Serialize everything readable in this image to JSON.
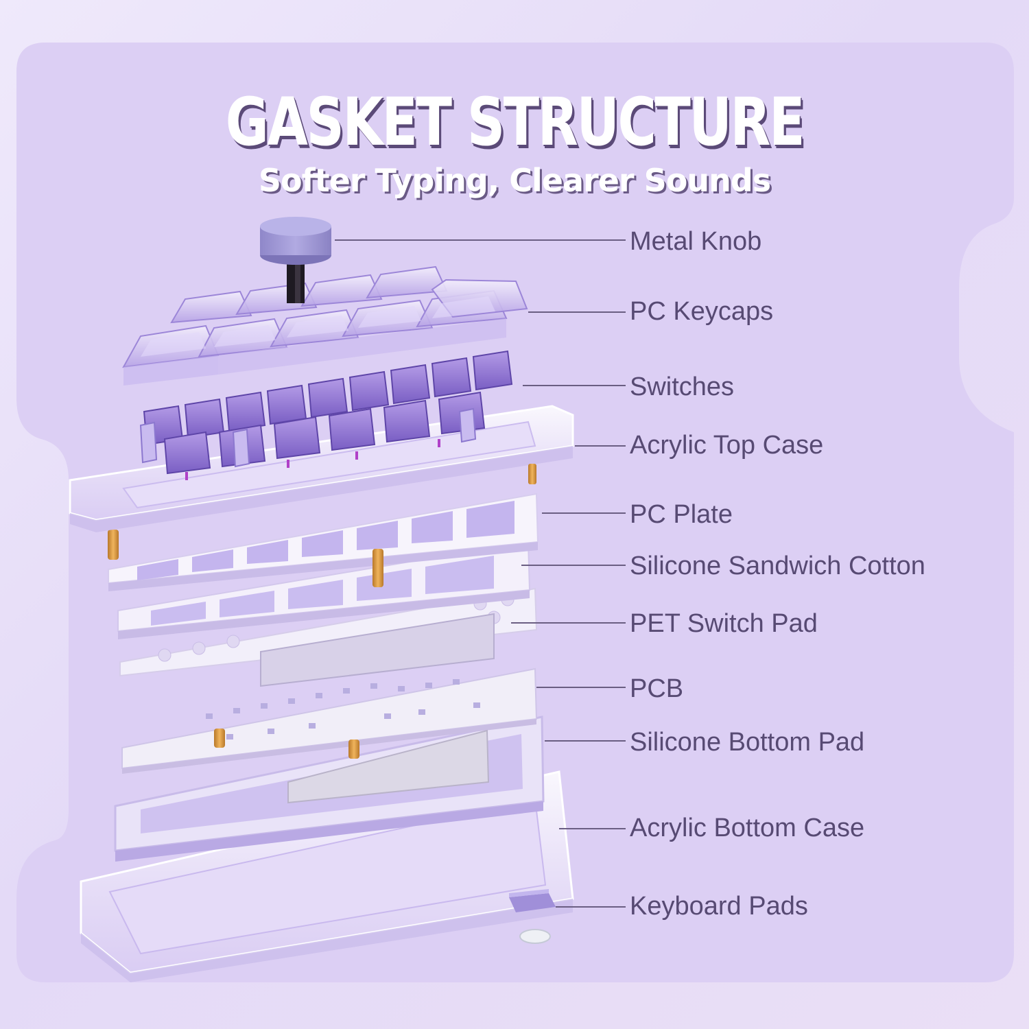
{
  "header": {
    "title": "GASKET STRUCTURE",
    "subtitle": "Softer Typing, Clearer Sounds"
  },
  "colors": {
    "panel": "#dccff4",
    "label_text": "#574a73",
    "leader_line": "#6a5e82",
    "accent_purple": "#9d86d6",
    "brass": "#d4943a"
  },
  "layers": [
    {
      "label": "Metal Knob"
    },
    {
      "label": "PC Keycaps"
    },
    {
      "label": "Switches"
    },
    {
      "label": "Acrylic Top Case"
    },
    {
      "label": "PC Plate"
    },
    {
      "label": "Silicone Sandwich Cotton"
    },
    {
      "label": "PET Switch Pad"
    },
    {
      "label": "PCB"
    },
    {
      "label": "Silicone Bottom Pad"
    },
    {
      "label": "Acrylic Bottom Case"
    },
    {
      "label": "Keyboard Pads"
    }
  ]
}
